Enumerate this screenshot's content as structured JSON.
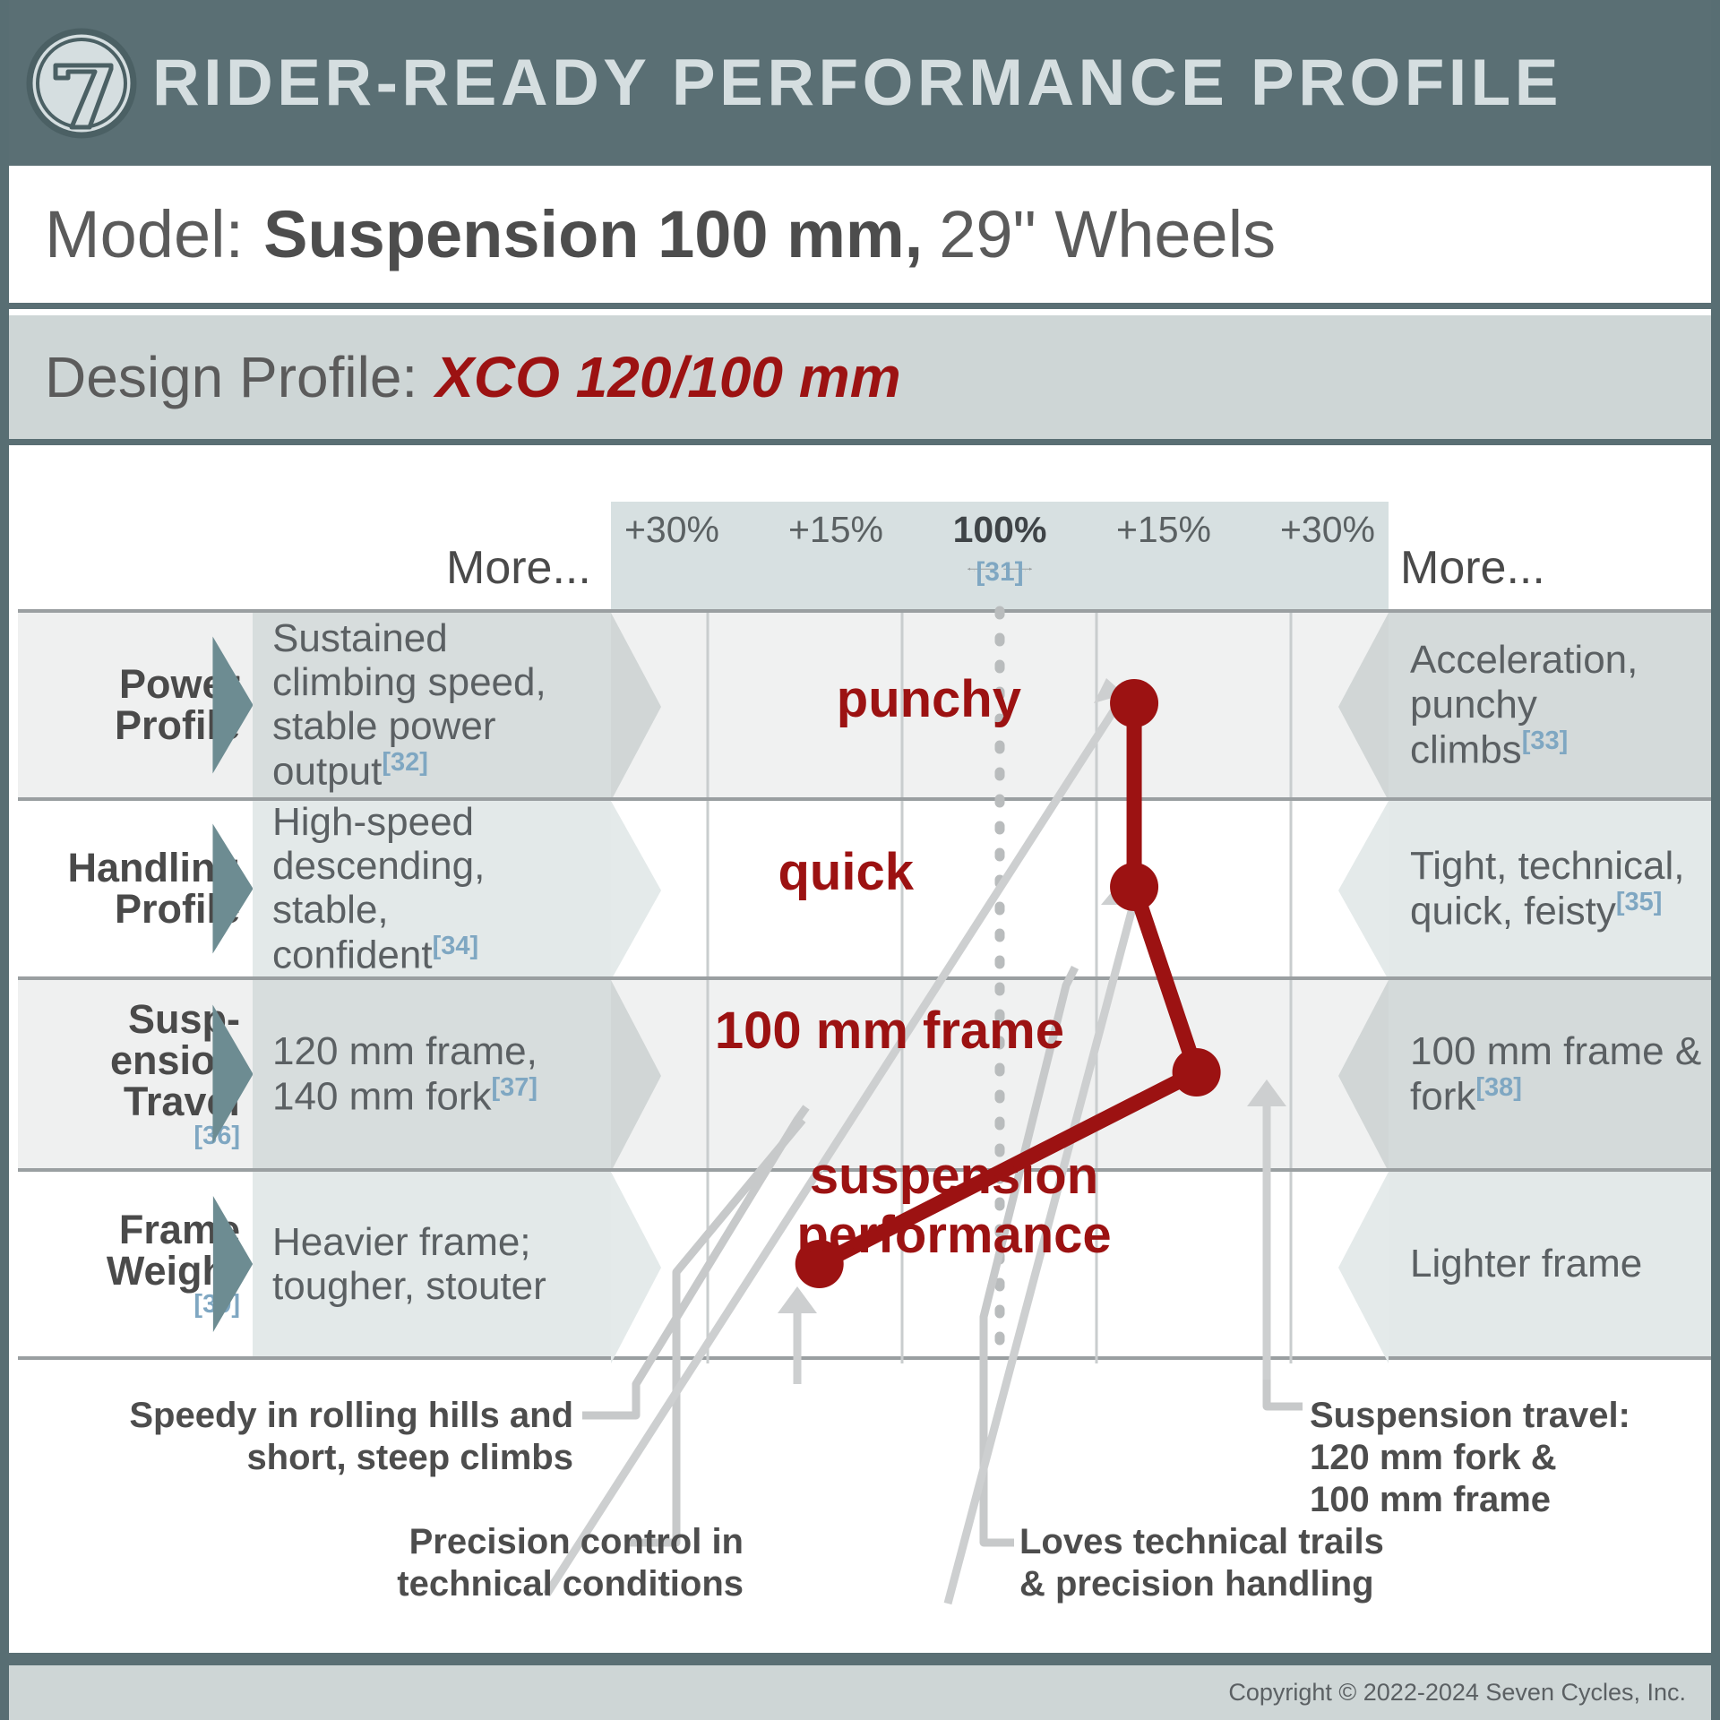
{
  "header": {
    "logo_alt": "seven-logo",
    "title": "RIDER-READY PERFORMANCE PROFILE"
  },
  "model": {
    "label": "Model:",
    "value_bold": "Suspension 100 mm,",
    "value_rest": "29\" Wheels"
  },
  "design_profile": {
    "label": "Design Profile:",
    "value": "XCO 120/100 mm"
  },
  "scale": {
    "more_left": "More...",
    "more_right": "More...",
    "center_footnote": "[31]",
    "ticks": [
      {
        "label": "+30%",
        "pos": 0.0,
        "bold": false
      },
      {
        "label": "+15%",
        "pos": 0.25,
        "bold": false
      },
      {
        "label": "100%",
        "pos": 0.5,
        "bold": true
      },
      {
        "label": "+15%",
        "pos": 0.75,
        "bold": false
      },
      {
        "label": "+30%",
        "pos": 1.0,
        "bold": false
      }
    ]
  },
  "rows": [
    {
      "name": "Power\nProfile",
      "name_sup": "",
      "left_desc": "Sustained climbing speed, stable power output",
      "left_sup": "[32]",
      "right_desc": "Acceleration, punchy climbs",
      "right_sup": "[33]",
      "marker_label": "punchy",
      "value_pct": 0.705
    },
    {
      "name": "Handling\nProfile",
      "name_sup": "",
      "left_desc": "High-speed descending, stable, confident",
      "left_sup": "[34]",
      "right_desc": "Tight, technical, quick, feisty",
      "right_sup": "[35]",
      "marker_label": "quick",
      "value_pct": 0.705
    },
    {
      "name": "Susp-\nension\nTravel",
      "name_sup": "[36]",
      "left_desc": "120 mm frame, 140 mm fork",
      "left_sup": "[37]",
      "right_desc": "100 mm frame & fork",
      "right_sup": "[38]",
      "marker_label": "100 mm frame",
      "value_pct": 0.8
    },
    {
      "name": "Frame\nWeight",
      "name_sup": "[39]",
      "left_desc": "Heavier frame; tougher, stouter",
      "left_sup": "",
      "right_desc": "Lighter frame",
      "right_sup": "",
      "marker_label": "suspension\nperformance",
      "value_pct": 0.225
    }
  ],
  "annotations": [
    {
      "id": "a1",
      "text": "Speedy in rolling hills and\nshort, steep climbs"
    },
    {
      "id": "a2",
      "text": "Precision control in\ntechnical conditions"
    },
    {
      "id": "a3",
      "text": "Loves technical trails\n& precision handling"
    },
    {
      "id": "a4",
      "text": "Suspension travel:\n120 mm fork &\n100 mm frame"
    }
  ],
  "footer": {
    "copyright": "Copyright © 2022-2024 Seven Cycles, Inc."
  },
  "colors": {
    "header_bg": "#5a6f74",
    "header_text": "#d5dee0",
    "accent_red": "#9c1212",
    "footnote_blue": "#7fa7c2",
    "band_light": "#d7e0e1",
    "wedge_teal": "#6d8c92"
  },
  "chart_data": {
    "type": "line",
    "title": "Rider-Ready Performance Profile",
    "orientation": "horizontal-rows",
    "xlabel": "",
    "ylabel": "",
    "x_tick_labels": [
      "+30%",
      "+15%",
      "100%",
      "+15%",
      "+30%"
    ],
    "x_tick_positions": [
      0.0,
      0.25,
      0.5,
      0.75,
      1.0
    ],
    "xlim": [
      0,
      1
    ],
    "grid": true,
    "center_reference": 0.5,
    "categories": [
      "Power Profile",
      "Handling Profile",
      "Suspension Travel",
      "Frame Weight"
    ],
    "series": [
      {
        "name": "Suspension 100 mm, 29\" Wheels",
        "color": "#9c1212",
        "values": [
          0.705,
          0.705,
          0.8,
          0.225
        ],
        "point_labels": [
          "punchy",
          "quick",
          "100 mm frame",
          "suspension performance"
        ]
      }
    ],
    "legend": "none"
  }
}
